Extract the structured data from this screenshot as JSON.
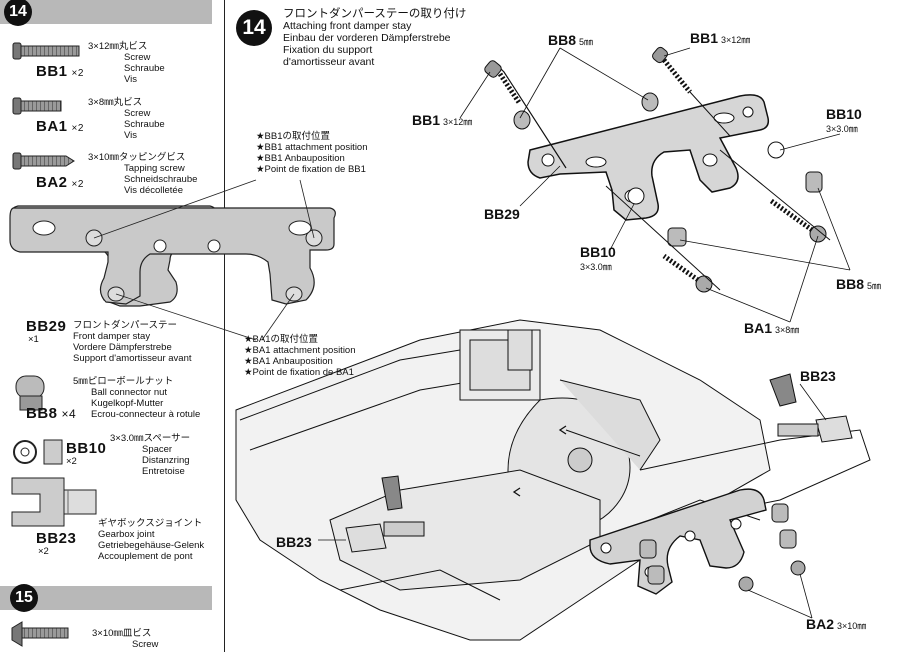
{
  "left_panel": {
    "step14_number": "14",
    "parts": [
      {
        "code": "BB1",
        "qty": "×2",
        "jp": "3×12㎜丸ビス",
        "en": "Screw",
        "de": "Schraube",
        "fr": "Vis"
      },
      {
        "code": "BA1",
        "qty": "×2",
        "jp": "3×8㎜丸ビス",
        "en": "Screw",
        "de": "Schraube",
        "fr": "Vis"
      },
      {
        "code": "BA2",
        "qty": "×2",
        "jp": "3×10㎜タッピングビス",
        "en": "Tapping screw",
        "de": "Schneidschraube",
        "fr": "Vis décolletée"
      },
      {
        "code": "BB29",
        "qty": "×1",
        "jp": "フロントダンパーステー",
        "en": "Front damper stay",
        "de": "Vordere Dämpferstrebe",
        "fr": "Support d'amortisseur avant"
      },
      {
        "code": "BB8",
        "qty": "×4",
        "jp": "5㎜ピローボールナット",
        "en": "Ball connector nut",
        "de": "Kugelkopf-Mutter",
        "fr": "Ecrou-connecteur à rotule"
      },
      {
        "code": "BB10",
        "qty": "×2",
        "jp": "3×3.0㎜スペーサー",
        "en": "Spacer",
        "de": "Distanzring",
        "fr": "Entretoise"
      },
      {
        "code": "BB23",
        "qty": "×2",
        "jp": "ギヤボックスジョイント",
        "en": "Gearbox joint",
        "de": "Getriebegehäuse-Gelenk",
        "fr": "Accouplement de pont"
      }
    ],
    "bb1_note": [
      "★BB1の取付位置",
      "★BB1 attachment position",
      "★BB1 Anbauposition",
      "★Point de fixation de BB1"
    ],
    "ba1_note": [
      "★BA1の取付位置",
      "★BA1 attachment position",
      "★BA1 Anbauposition",
      "★Point de fixation de BA1"
    ],
    "step15_number": "15",
    "step15_part": {
      "jp": "3×10㎜皿ビス",
      "en": "Screw"
    }
  },
  "main": {
    "step_number": "14",
    "title_jp": "フロントダンパーステーの取り付け",
    "title_en": "Attaching front damper stay",
    "title_de": "Einbau der vorderen Dämpferstrebe",
    "title_fr": "Fixation du support",
    "title_fr2": "d'amortisseur avant",
    "callouts": {
      "bb8_top": {
        "code": "BB8",
        "size": "5㎜"
      },
      "bb1_top": {
        "code": "BB1",
        "size": "3×12㎜"
      },
      "bb1_left": {
        "code": "BB1",
        "size": "3×12㎜"
      },
      "bb10_right": {
        "code": "BB10",
        "size": "3×3.0㎜"
      },
      "bb29": {
        "code": "BB29"
      },
      "bb10_mid": {
        "code": "BB10",
        "size": "3×3.0㎜"
      },
      "bb8_right": {
        "code": "BB8",
        "size": "5㎜"
      },
      "ba1": {
        "code": "BA1",
        "size": "3×8㎜"
      },
      "bb23_right": {
        "code": "BB23"
      },
      "bb23_left": {
        "code": "BB23"
      },
      "ba2": {
        "code": "BA2",
        "size": "3×10㎜"
      }
    }
  }
}
